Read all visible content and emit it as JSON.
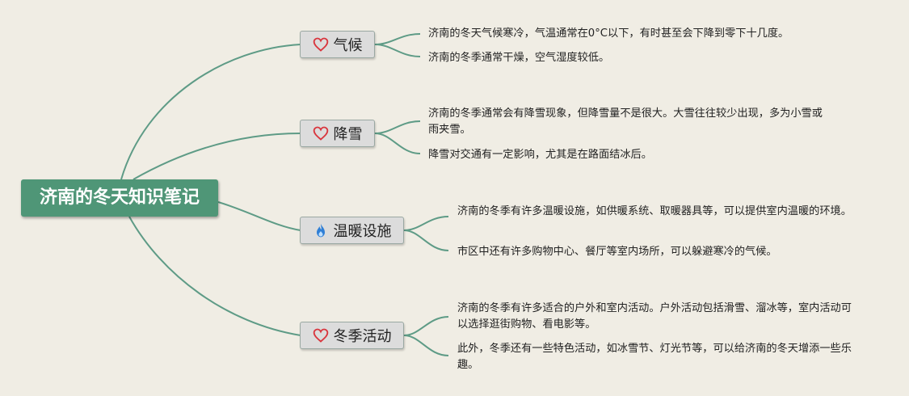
{
  "root": {
    "label": "济南的冬天知识笔记"
  },
  "branches": [
    {
      "label": "气候",
      "icon": "heart-icon",
      "notes": [
        "济南的冬天气候寒冷，气温通常在0°C以下，有时甚至会下降到零下十几度。",
        "济南的冬季通常干燥，空气湿度较低。"
      ]
    },
    {
      "label": "降雪",
      "icon": "heart-icon",
      "notes": [
        "济南的冬季通常会有降雪现象，但降雪量不是很大。大雪往往较少出现，多为小雪或雨夹雪。",
        "降雪对交通有一定影响，尤其是在路面结冰后。"
      ]
    },
    {
      "label": "温暖设施",
      "icon": "flame-icon",
      "notes": [
        "济南的冬季有许多温暖设施，如供暖系统、取暖器具等，可以提供室内温暖的环境。",
        "市区中还有许多购物中心、餐厅等室内场所，可以躲避寒冷的气候。"
      ]
    },
    {
      "label": "冬季活动",
      "icon": "heart-icon",
      "notes": [
        "济南的冬季有许多适合的户外和室内活动。户外活动包括滑雪、溜冰等，室内活动可以选择逛街购物、看电影等。",
        "此外，冬季还有一些特色活动，如冰雪节、灯光节等，可以给济南的冬天增添一些乐趣。"
      ]
    }
  ],
  "colors": {
    "background": "#f0ede4",
    "root": "#4f9677",
    "connector": "#5e9b86",
    "heart": "#d9363e",
    "flame": "#2f7fd6"
  }
}
